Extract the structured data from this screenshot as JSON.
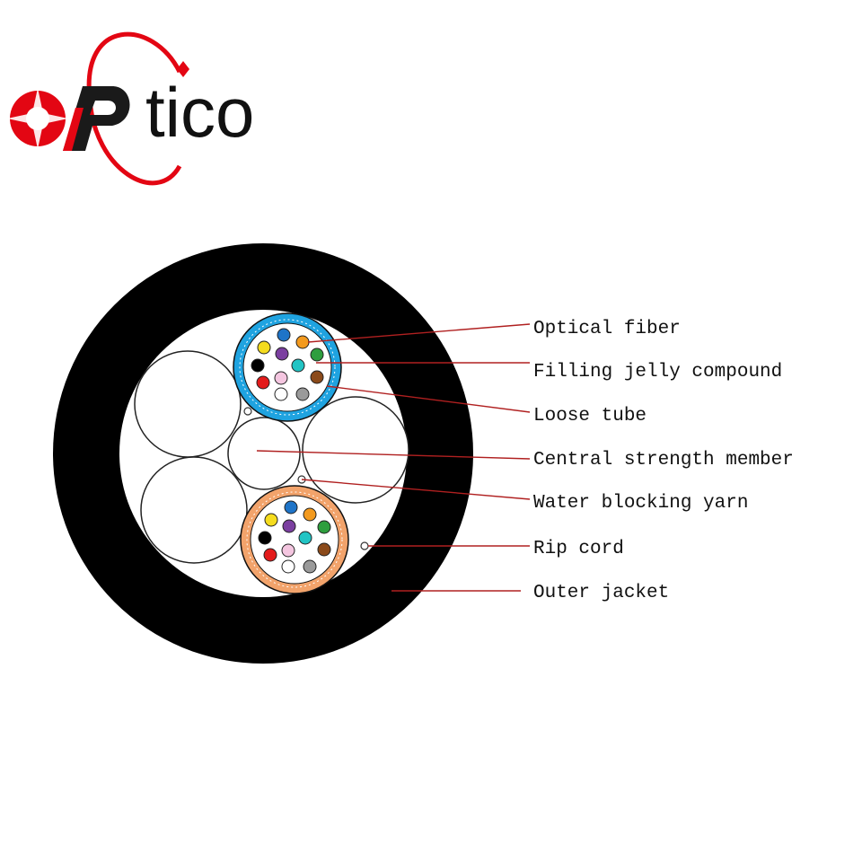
{
  "logo": {
    "text": "tico",
    "brand_red": "#e30613",
    "ink": "#111111"
  },
  "colors": {
    "jacket": "#000000",
    "line": "#b02020",
    "tube_blue": "#1fa3e0",
    "tube_orange": "#f2a36b"
  },
  "fiber_colors": [
    "#1e74c8",
    "#f39a1e",
    "#2e9e3e",
    "#8b4a1a",
    "#9a9a9a",
    "#ffffff",
    "#e31b1b",
    "#000000",
    "#f5dc1e",
    "#7b3fa0",
    "#f4c6e0",
    "#21c4c4"
  ],
  "labels": [
    {
      "id": "optical-fiber",
      "text": "Optical fiber"
    },
    {
      "id": "filling-jelly",
      "text": "Filling jelly compound"
    },
    {
      "id": "loose-tube",
      "text": "Loose tube"
    },
    {
      "id": "central-strength",
      "text": "Central strength member"
    },
    {
      "id": "water-blocking",
      "text": "Water blocking yarn"
    },
    {
      "id": "rip-cord",
      "text": "Rip cord"
    },
    {
      "id": "outer-jacket",
      "text": "Outer jacket"
    }
  ]
}
